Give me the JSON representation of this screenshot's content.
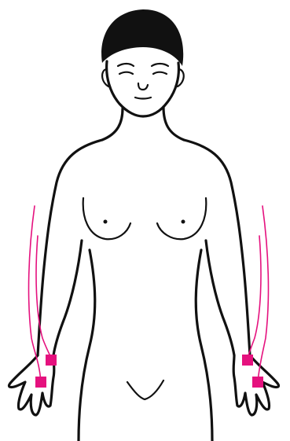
{
  "colors": {
    "electrode": "#e5117e",
    "outline": "#111111",
    "hair": "#111111",
    "background": "#ffffff"
  },
  "figure": {
    "subject": "front-view-female-figure",
    "electrodes": [
      {
        "name": "right-wrist-electrode-upper",
        "side": "right"
      },
      {
        "name": "right-wrist-electrode-lower",
        "side": "right"
      },
      {
        "name": "left-wrist-electrode-upper",
        "side": "left"
      },
      {
        "name": "left-wrist-electrode-lower",
        "side": "left"
      }
    ]
  }
}
